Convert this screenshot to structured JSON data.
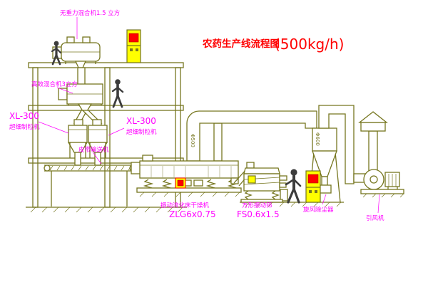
{
  "title": {
    "main": "农药生产线流程图",
    "capacity": "(500kg/h)"
  },
  "labels": {
    "gravity_mixer": "无重力混合机1.5 立方",
    "high_eff_mixer": "高效混合机3立方",
    "granulator_left": {
      "model": "XL-300",
      "name": "超细制粒机"
    },
    "granulator_mid": {
      "model": "XL-300",
      "name": "超细制粒机"
    },
    "belt_conveyor": "皮带输送机",
    "dryer": {
      "name": "振动流化床干燥机",
      "model": "ZLG6x0.75"
    },
    "sieve": {
      "name": "方形振动筛",
      "model": "FS0.6x1.5"
    },
    "cyclone": "旋风除尘器",
    "fan": "引风机"
  },
  "annotations": {
    "riser_dia": "Φ500",
    "cyclone_dia": "Φ600"
  },
  "colors": {
    "line_olive": "#76761f",
    "label_magenta": "#ff00ff",
    "title_red": "#ff0000",
    "cabinet_yellow": "#ffff00",
    "cabinet_panel_red": "#ff0000",
    "figure_dark": "#3c3c3c",
    "background": "#ffffff"
  }
}
